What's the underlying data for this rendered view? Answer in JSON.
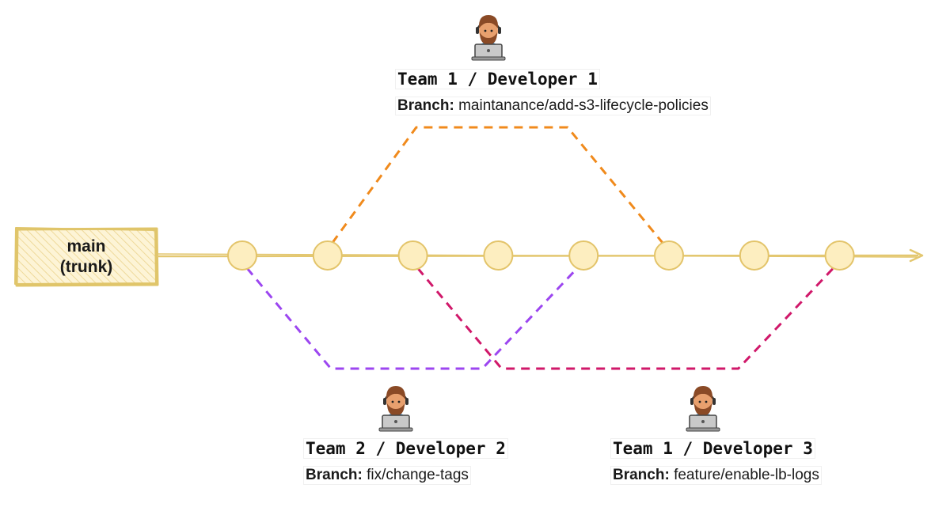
{
  "trunk": {
    "name": "main",
    "note": "(trunk)",
    "commit_count": 8
  },
  "colors": {
    "trunk_line": "#e3c770",
    "trunk_box_fill": "#fbf0c4",
    "trunk_box_stroke": "#e0c56a",
    "commit_fill": "#fdeec0",
    "commit_stroke": "#e3c46a",
    "dev1_branch": "#f08a1c",
    "dev2_branch": "#9c46f0",
    "dev3_branch": "#d0186a",
    "avatar_hair": "#8a4a26",
    "avatar_skin": "#e8a06e",
    "avatar_shirt": "#2f8fd8",
    "laptop": "#c9c9c9"
  },
  "branches": [
    {
      "id": "dev1",
      "team_dev": "Team 1 / Developer 1",
      "branch_key": "Branch:",
      "branch_name": "maintanance/add-s3-lifecycle-policies",
      "color_key": "dev1_branch",
      "from_commit": 2,
      "to_commit": 6,
      "side": "above"
    },
    {
      "id": "dev2",
      "team_dev": "Team 2 / Developer 2",
      "branch_key": "Branch:",
      "branch_name": "fix/change-tags",
      "color_key": "dev2_branch",
      "from_commit": 1,
      "to_commit": 5,
      "side": "below"
    },
    {
      "id": "dev3",
      "team_dev": "Team 1 / Developer 3",
      "branch_key": "Branch:",
      "branch_name": "feature/enable-lb-logs",
      "color_key": "dev3_branch",
      "from_commit": 3,
      "to_commit": 8,
      "side": "below"
    }
  ],
  "icons": {
    "developer": "developer-with-laptop-icon",
    "arrow": "arrow-head-icon"
  }
}
